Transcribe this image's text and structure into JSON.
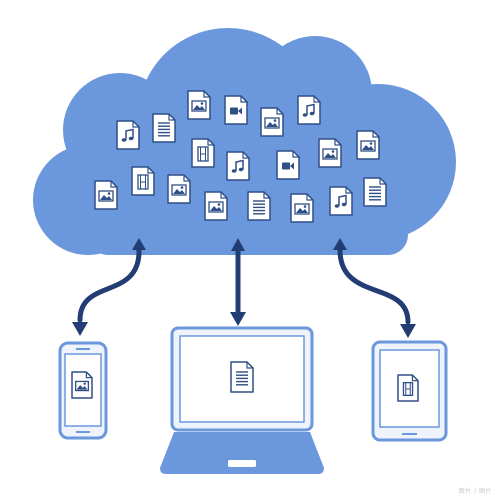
{
  "colors": {
    "cloud": "#6b97dd",
    "arrow": "#223d73",
    "file_fill": "#ffffff",
    "file_stroke": "#2f4f86",
    "device_fill": "#eef3fc",
    "device_stroke": "#6b97dd",
    "screen_fill": "#ffffff"
  },
  "cloud_files": [
    {
      "kind": "image"
    },
    {
      "kind": "video"
    },
    {
      "kind": "image"
    },
    {
      "kind": "music"
    },
    {
      "kind": "music"
    },
    {
      "kind": "text"
    },
    {
      "kind": "video-strip"
    },
    {
      "kind": "music"
    },
    {
      "kind": "video"
    },
    {
      "kind": "image"
    },
    {
      "kind": "image"
    },
    {
      "kind": "image"
    },
    {
      "kind": "video-strip"
    },
    {
      "kind": "image"
    },
    {
      "kind": "image"
    },
    {
      "kind": "text"
    },
    {
      "kind": "image"
    },
    {
      "kind": "music"
    },
    {
      "kind": "text"
    }
  ],
  "devices": [
    {
      "name": "phone",
      "file_kind": "image"
    },
    {
      "name": "laptop",
      "file_kind": "text"
    },
    {
      "name": "tablet",
      "file_kind": "video-strip"
    }
  ],
  "watermark": "图片 | 图片"
}
